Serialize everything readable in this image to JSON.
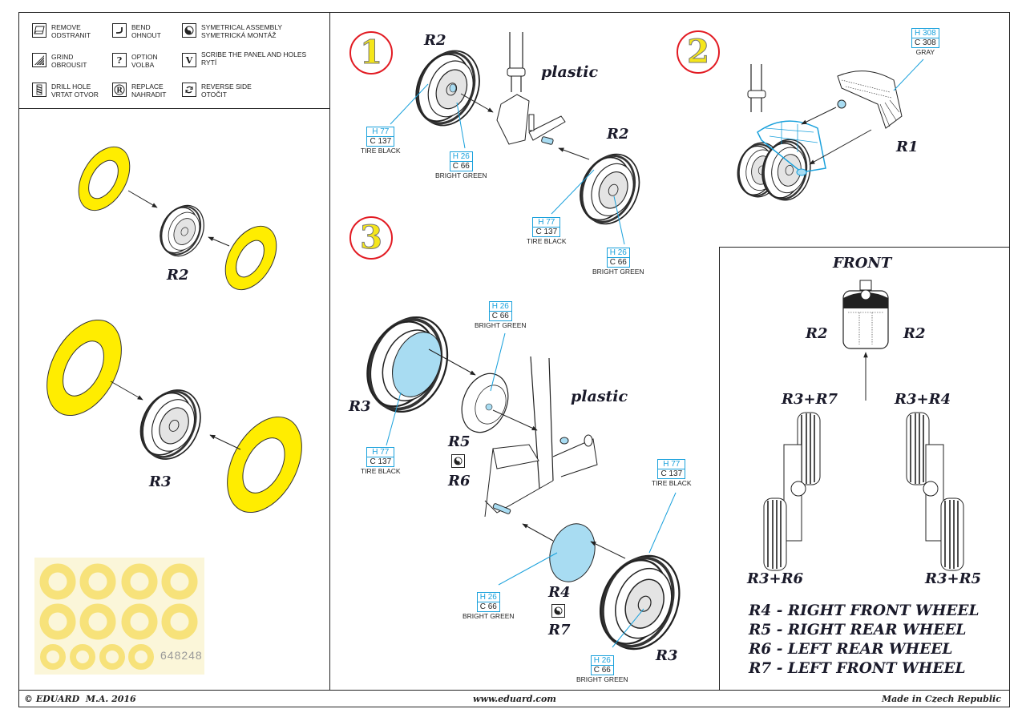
{
  "legend": {
    "items": [
      {
        "icon": "remove-icon",
        "line1": "REMOVE",
        "line2": "ODSTRANIT"
      },
      {
        "icon": "bend-icon",
        "line1": "BEND",
        "line2": "OHNOUT"
      },
      {
        "icon": "symmetrical-assembly-icon",
        "line1": "SYMETRICAL ASSEMBLY",
        "line2": "SYMETRICKÁ MONTÁŽ"
      },
      {
        "icon": "grind-icon",
        "line1": "GRIND",
        "line2": "OBROUSIT"
      },
      {
        "icon": "option-icon",
        "glyph": "?",
        "line1": "OPTION",
        "line2": "VOLBA"
      },
      {
        "icon": "scribe-icon",
        "glyph": "V",
        "line1": "SCRIBE THE PANEL AND HOLES",
        "line2": "RYTÍ"
      },
      {
        "icon": "drill-hole-icon",
        "line1": "DRILL HOLE",
        "line2": "VRTAT OTVOR"
      },
      {
        "icon": "replace-icon",
        "glyph": "R",
        "line1": "REPLACE",
        "line2": "NAHRADIT"
      },
      {
        "icon": "reverse-side-icon",
        "line1": "REVERSE SIDE",
        "line2": "OTOČIT"
      }
    ]
  },
  "left_panel": {
    "r2_label": "R2",
    "r3_label": "R3",
    "mask_sheet_code": "648248"
  },
  "steps": [
    {
      "number": "1"
    },
    {
      "number": "2"
    },
    {
      "number": "3"
    }
  ],
  "step1": {
    "part_top": "R2",
    "part_right": "R2",
    "plastic": "plastic",
    "chips": [
      {
        "h": "H 77",
        "c": "C 137",
        "name": "TIRE BLACK"
      },
      {
        "h": "H 26",
        "c": "C 66",
        "name": "BRIGHT GREEN"
      },
      {
        "h": "H 77",
        "c": "C 137",
        "name": "TIRE BLACK"
      },
      {
        "h": "H 26",
        "c": "C 66",
        "name": "BRIGHT GREEN"
      }
    ]
  },
  "step2": {
    "part": "R1",
    "chip": {
      "h": "H 308",
      "c": "C 308",
      "name": "GRAY"
    }
  },
  "step3": {
    "r3_left": "R3",
    "r5": "R5",
    "r6": "R6",
    "r4": "R4",
    "r7": "R7",
    "r3_right": "R3",
    "plastic": "plastic",
    "chips": [
      {
        "h": "H 26",
        "c": "C 66",
        "name": "BRIGHT GREEN"
      },
      {
        "h": "H 77",
        "c": "C 137",
        "name": "TIRE BLACK"
      },
      {
        "h": "H 77",
        "c": "C 137",
        "name": "TIRE BLACK"
      },
      {
        "h": "H 26",
        "c": "C 66",
        "name": "BRIGHT GREEN"
      },
      {
        "h": "H 26",
        "c": "C 66",
        "name": "BRIGHT GREEN"
      }
    ]
  },
  "placement": {
    "front": "FRONT",
    "r2_left": "R2",
    "r2_right": "R2",
    "r3r7": "R3+R7",
    "r3r4": "R3+R4",
    "r3r6": "R3+R6",
    "r3r5": "R3+R5",
    "key": [
      "R4 - RIGHT FRONT WHEEL",
      "R5 - RIGHT REAR WHEEL",
      "R6 - LEFT REAR WHEEL",
      "R7 - LEFT FRONT WHEEL"
    ]
  },
  "footer": {
    "copyright": "© EDUARD  M.A. 2016",
    "website": "www.eduard.com",
    "made_in": "Made in Czech Republic"
  },
  "colors": {
    "paint_chip_blue": "#1aa1dc",
    "mask_yellow": "#ffed00",
    "step_ring_red": "#e21b23",
    "highlight_blue": "#a8dcf2"
  }
}
